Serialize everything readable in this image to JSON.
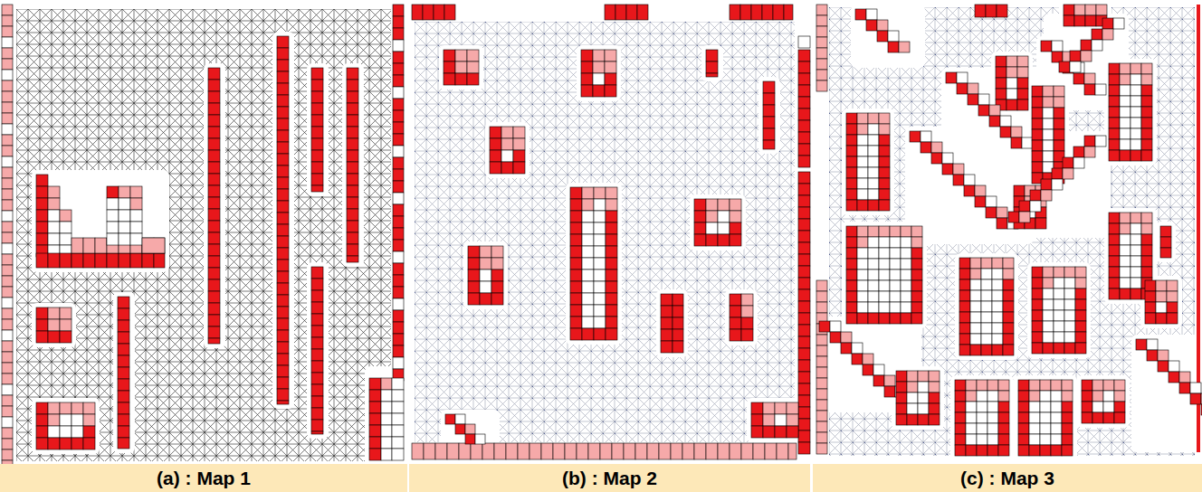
{
  "diagram": {
    "nodes": [
      {
        "text": [
          "(a) : Map 1"
        ]
      },
      {
        "text": [
          "(b) : Map 2"
        ]
      },
      {
        "text": [
          "(c) : Map 3"
        ]
      }
    ]
  }
}
